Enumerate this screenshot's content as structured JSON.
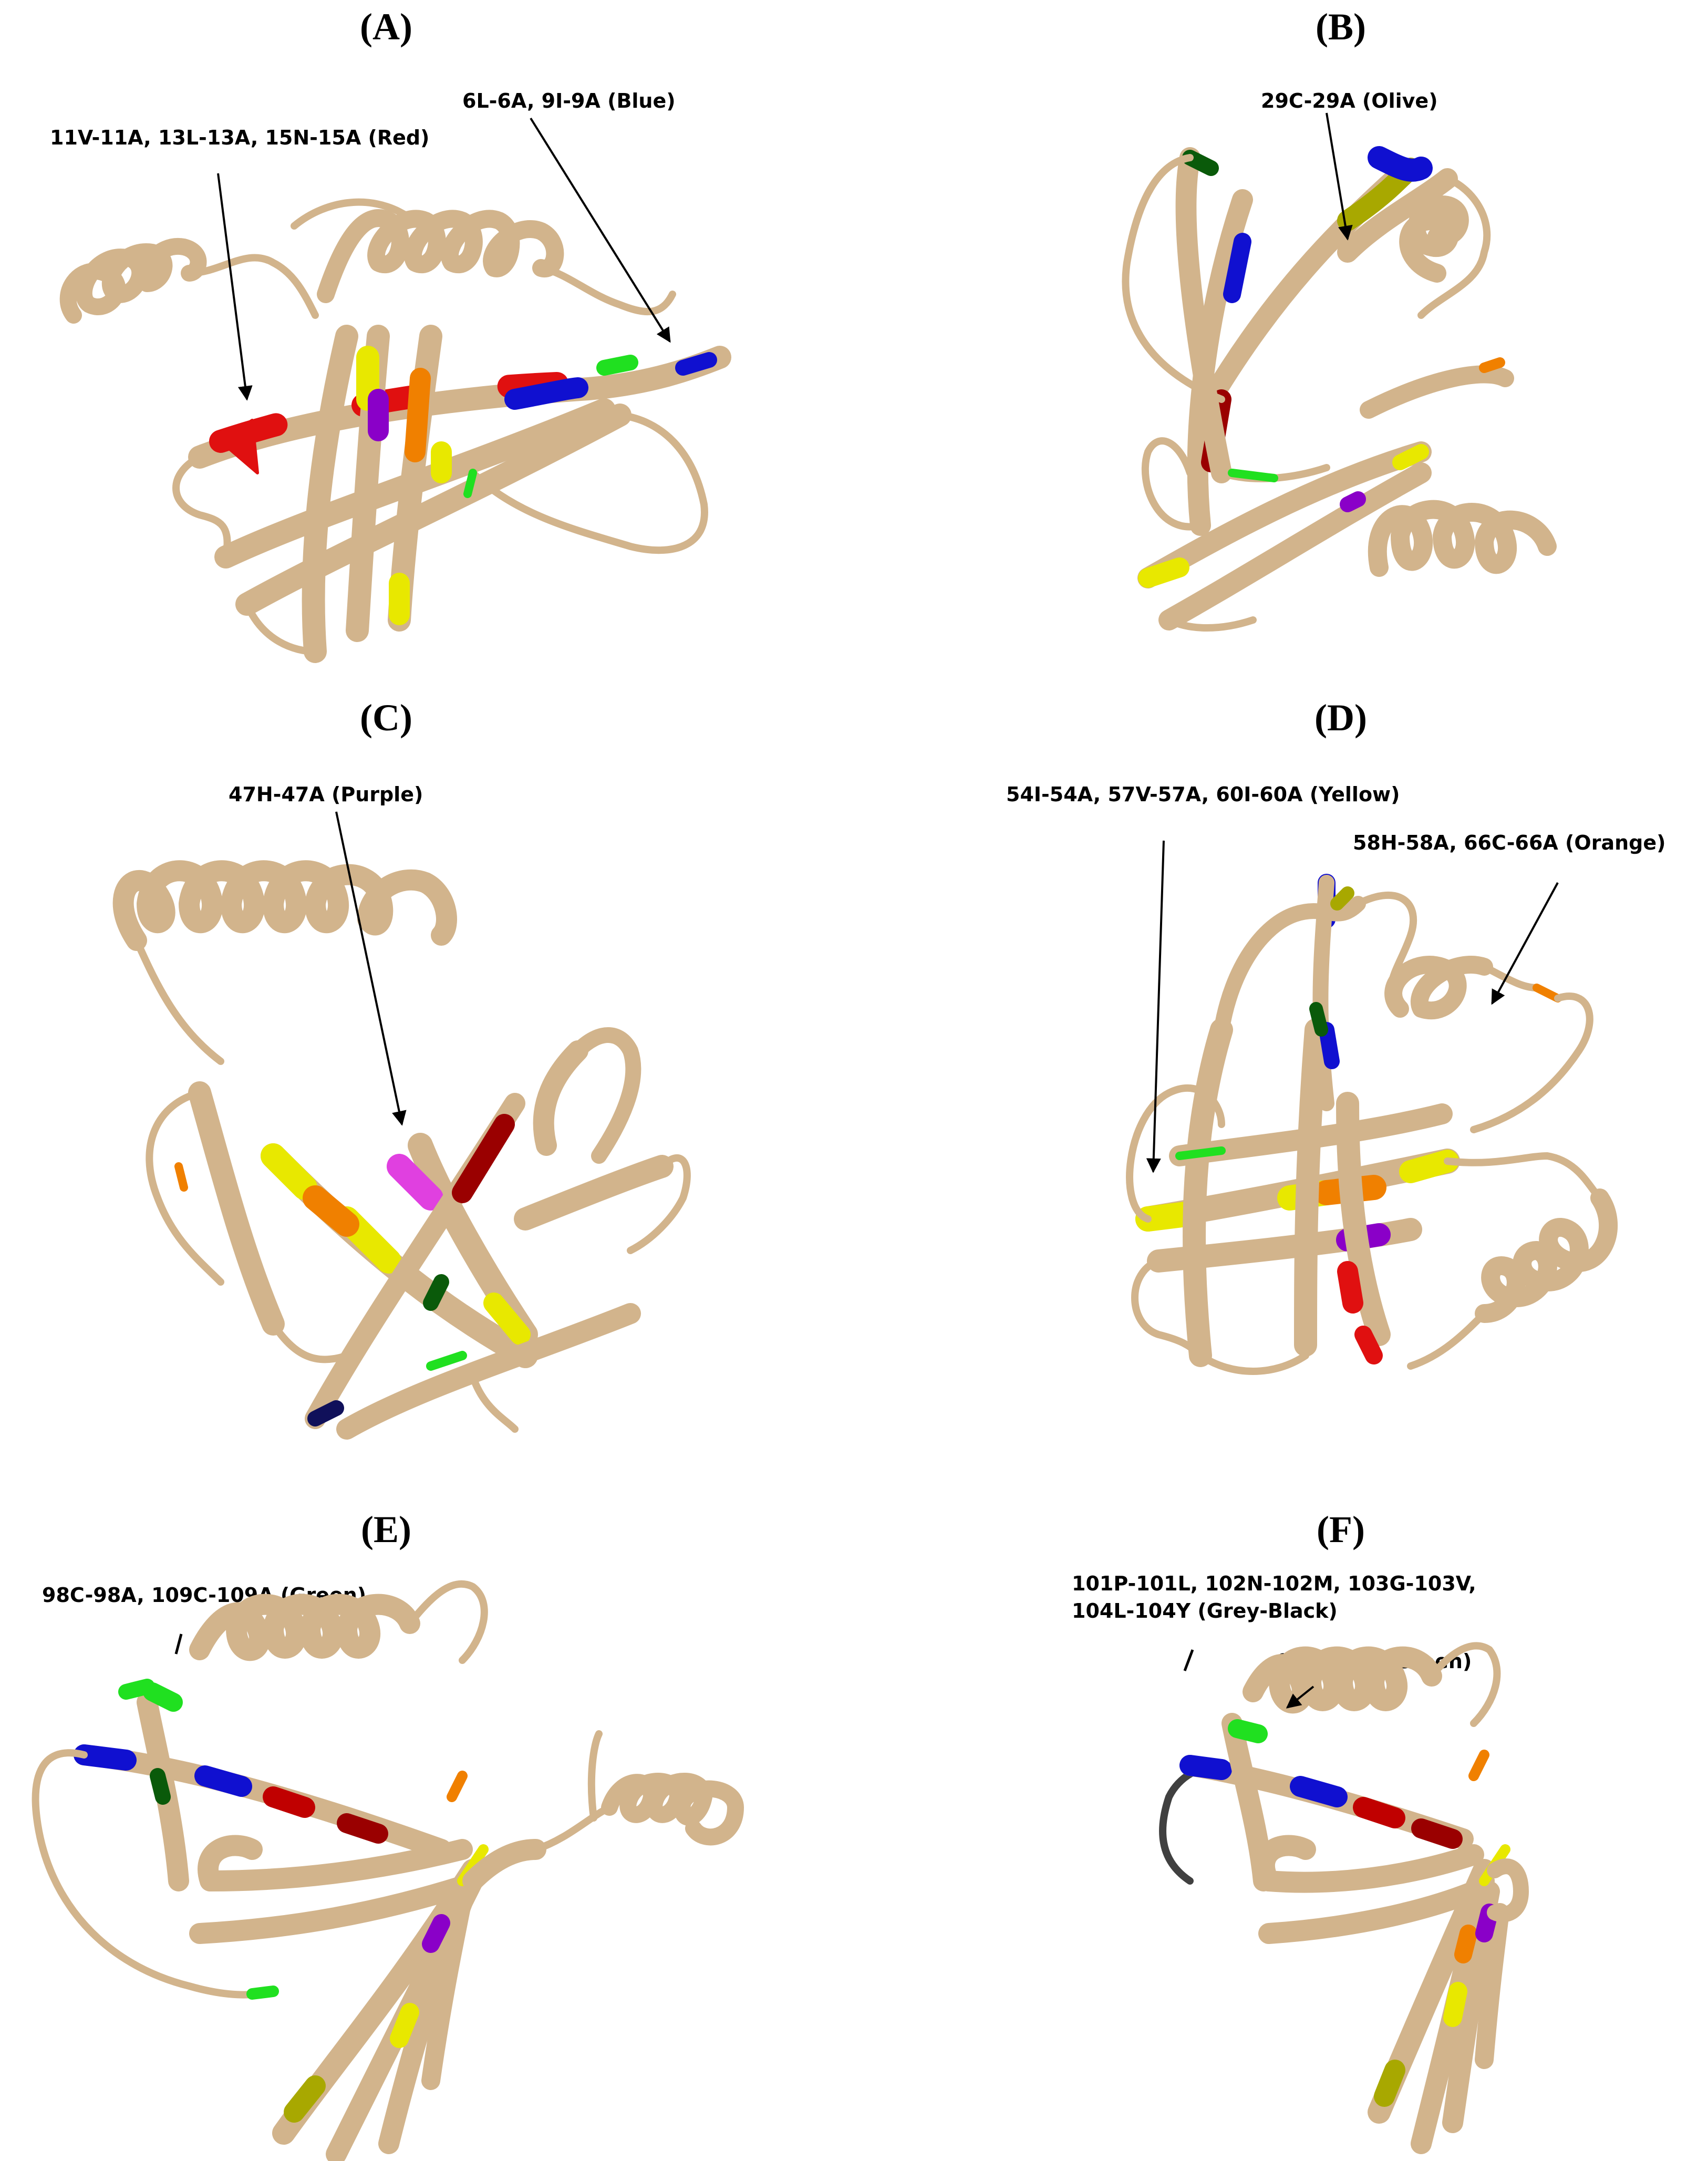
{
  "colors": {
    "ribbon": "#d2b48c",
    "ribbon_dark": "#8b7355",
    "red": "#e01010",
    "dark_red": "#9a0000",
    "blue": "#1010d0",
    "navy": "#10105a",
    "yellow": "#e8e800",
    "olive": "#a8a800",
    "orange": "#f08000",
    "purple": "#8a00c8",
    "magenta": "#e040e0",
    "green": "#20e020",
    "dark_green": "#0a5a0a",
    "grey_black": "#404040"
  },
  "panels": [
    {
      "id": "A",
      "label": "(A)",
      "annotations": [
        "11V-11A, 13L-13A, 15N-15A (Red)",
        "6L-6A, 9I-9A (Blue)"
      ]
    },
    {
      "id": "B",
      "label": "(B)",
      "annotations": [
        "29C-29A (Olive)"
      ]
    },
    {
      "id": "C",
      "label": "(C)",
      "annotations": [
        "47H-47A (Purple)"
      ]
    },
    {
      "id": "D",
      "label": "(D)",
      "annotations": [
        "54I-54A, 57V-57A, 60I-60A (Yellow)",
        "58H-58A, 66C-66A (Orange)"
      ]
    },
    {
      "id": "E",
      "label": "(E)",
      "annotations": [
        "98C-98A, 109C-109A (Green)"
      ]
    },
    {
      "id": "F",
      "label": "(F)",
      "annotations": [
        "101P-101L, 102N-102M, 103G-103V,",
        "104L-104Y (Grey-Black)",
        "98C-98A, (Green)"
      ]
    }
  ]
}
